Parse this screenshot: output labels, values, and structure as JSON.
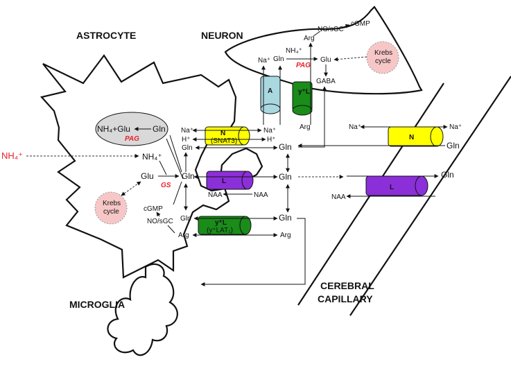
{
  "labels": {
    "astrocyte": "ASTROCYTE",
    "neuron": "NEURON",
    "microglia": "MICROGLIA",
    "cerebral": "CEREBRAL",
    "capillary": "CAPILLARY"
  },
  "nh4_ext": "NH₄⁺",
  "krebs": [
    "Krebs",
    "cycle"
  ],
  "enzymes": {
    "pag": "PAG",
    "gs": "GS"
  },
  "metabolites": {
    "gln": "Gln",
    "glu": "Glu",
    "arg": "Arg",
    "gaba": "GABA",
    "naa": "NAA",
    "cgmp": "cGMP",
    "nosgc": "NO/sGC",
    "nh4": "NH₄⁺",
    "na": "Na⁺",
    "h": "H⁺",
    "nh4glu": "NH₄+Glu"
  },
  "transporters": {
    "A": "A",
    "N": "N",
    "snat3": "(SNAT3)",
    "L": "L",
    "yL": "y⁺L",
    "ylat1": "(y⁺LAT₁)"
  },
  "colors": {
    "system_A": "#a9d8e1",
    "system_N": "#ffff00",
    "system_L": "#8b2fd9",
    "system_yL": "#1a8c1a",
    "krebs": "#f7c7c7",
    "pag_oval": "#d9d9d9",
    "red_text": "#e8202a"
  }
}
